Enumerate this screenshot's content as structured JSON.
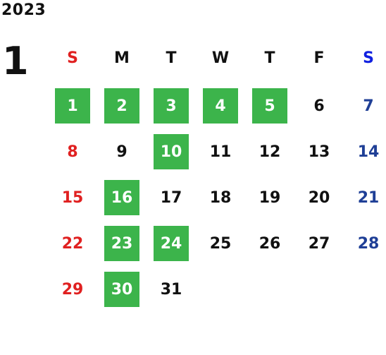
{
  "calendar": {
    "year": "2023",
    "month": "1",
    "weekdays": [
      "S",
      "M",
      "T",
      "W",
      "T",
      "F",
      "S"
    ],
    "weeks": [
      [
        {
          "day": "1",
          "hl": true
        },
        {
          "day": "2",
          "hl": true
        },
        {
          "day": "3",
          "hl": true
        },
        {
          "day": "4",
          "hl": true
        },
        {
          "day": "5",
          "hl": true
        },
        {
          "day": "6",
          "hl": false
        },
        {
          "day": "7",
          "hl": false
        }
      ],
      [
        {
          "day": "8",
          "hl": false
        },
        {
          "day": "9",
          "hl": false
        },
        {
          "day": "10",
          "hl": true
        },
        {
          "day": "11",
          "hl": false
        },
        {
          "day": "12",
          "hl": false
        },
        {
          "day": "13",
          "hl": false
        },
        {
          "day": "14",
          "hl": false
        }
      ],
      [
        {
          "day": "15",
          "hl": false
        },
        {
          "day": "16",
          "hl": true
        },
        {
          "day": "17",
          "hl": false
        },
        {
          "day": "18",
          "hl": false
        },
        {
          "day": "19",
          "hl": false
        },
        {
          "day": "20",
          "hl": false
        },
        {
          "day": "21",
          "hl": false
        }
      ],
      [
        {
          "day": "22",
          "hl": false
        },
        {
          "day": "23",
          "hl": true
        },
        {
          "day": "24",
          "hl": true
        },
        {
          "day": "25",
          "hl": false
        },
        {
          "day": "26",
          "hl": false
        },
        {
          "day": "27",
          "hl": false
        },
        {
          "day": "28",
          "hl": false
        }
      ],
      [
        {
          "day": "29",
          "hl": false
        },
        {
          "day": "30",
          "hl": true
        },
        {
          "day": "31",
          "hl": false
        }
      ]
    ]
  },
  "colors": {
    "highlight": "#3cb44b",
    "sunday": "#e02020",
    "saturday_header": "#1020e0",
    "saturday": "#1f3f96",
    "text": "#111111"
  }
}
